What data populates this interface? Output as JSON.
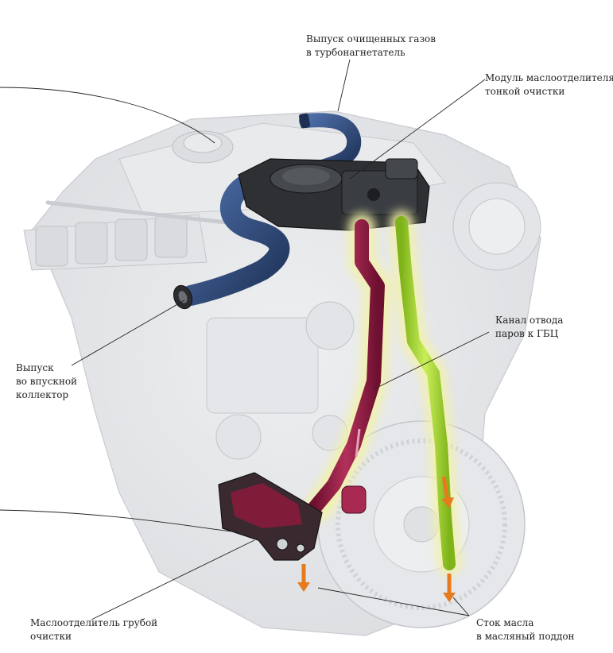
{
  "labels": {
    "turbo_outlet": [
      "Выпуск очищенных газов",
      "в турбонагнетатель"
    ],
    "fine_separator": [
      "Модуль маслоотделителя",
      "тонкой очистки"
    ],
    "head_channel": [
      "Канал отвода",
      "паров к ГБЦ"
    ],
    "intake_outlet": [
      "Выпуск",
      "во впускной",
      "коллектор"
    ],
    "coarse_separator": [
      "Маслоотделитель грубой",
      "очистки"
    ],
    "oil_drain": [
      "Сток масла",
      "в масляный поддон"
    ]
  },
  "colors": {
    "engine_ghost": "#e6e7e9",
    "engine_line": "#c5c8cc",
    "hose_blue": "#2c4a7c",
    "module_dark": "#2a2c2f",
    "channel_red": "#8b1a3c",
    "channel_green": "#9ccc2a",
    "glow_yellow": "#f3f2a8",
    "arrow_orange": "#e87a1e"
  }
}
